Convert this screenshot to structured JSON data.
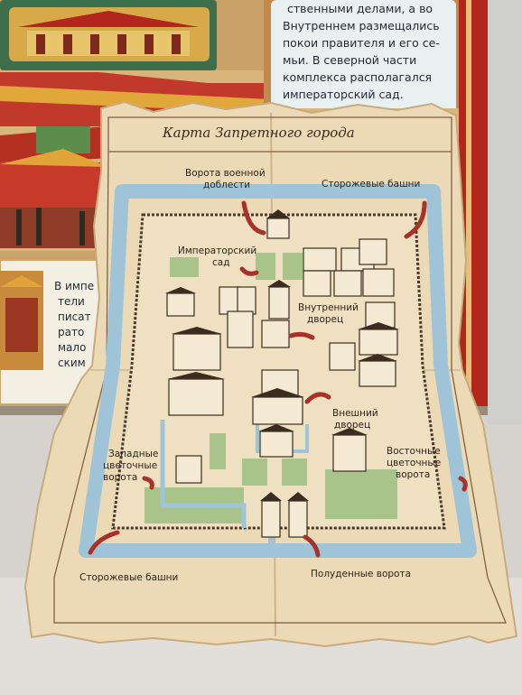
{
  "book_page": {
    "lines": [
      "ственными делами, а во",
      "Внутреннем размещались",
      "покои правителя и его се-",
      "мьи. В северной части",
      "комплекса располагался",
      "императорский сад."
    ]
  },
  "left_page": {
    "lines": [
      "В импе",
      "тели",
      "писат",
      "рато",
      "мало",
      "ским"
    ]
  },
  "map": {
    "title": "Карта Запретного города",
    "labels": {
      "north_gate": [
        "Ворота военной",
        "доблести"
      ],
      "watchtowers_ne": "Сторожевые башни",
      "imperial_garden": [
        "Императорский",
        "сад"
      ],
      "inner_palace": [
        "Внутренний",
        "дворец"
      ],
      "outer_palace": [
        "Внешний",
        "дворец"
      ],
      "west_gate": [
        "Западные",
        "цветочные",
        "ворота"
      ],
      "east_gate": [
        "Восточные",
        "цветочные",
        "ворота"
      ],
      "watchtowers_sw": "Сторожевые башни",
      "south_gate": "Полуденные ворота"
    }
  },
  "colors": {
    "parchment": "#ecd9b6",
    "moat": "#9fc4d8",
    "garden": "#a9c48a",
    "arrow": "#a8312b",
    "book_red": "#b3261e"
  }
}
